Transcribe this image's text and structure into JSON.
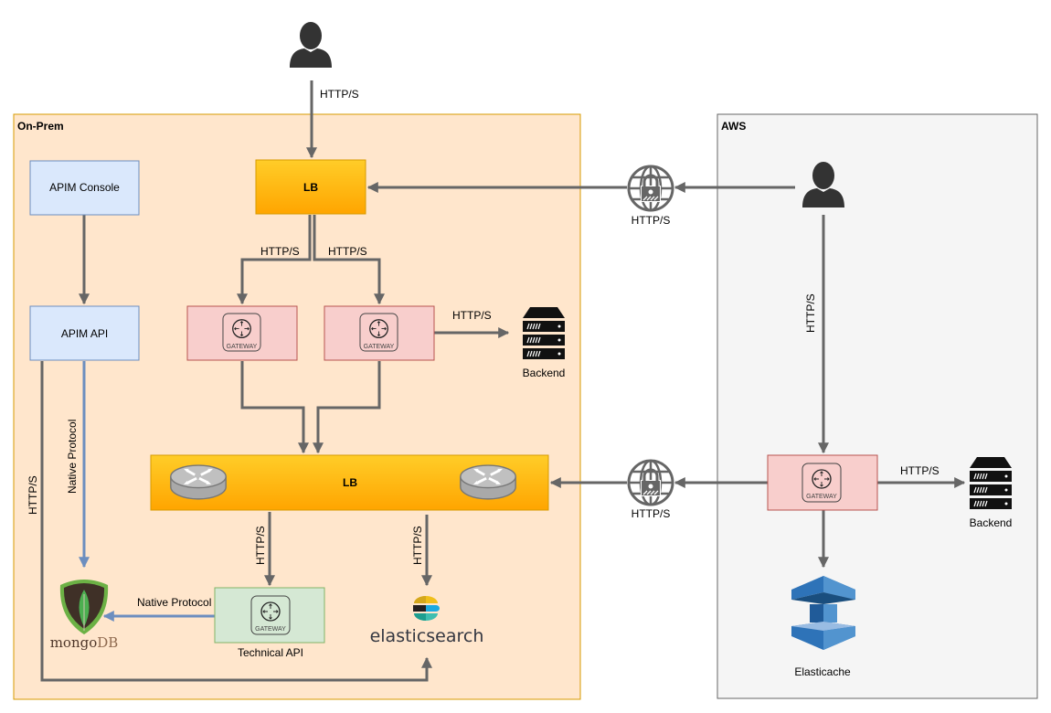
{
  "zones": {
    "onprem": {
      "label": "On-Prem",
      "fill": "#ffe6cc",
      "stroke": "#d79b00"
    },
    "aws": {
      "label": "AWS",
      "fill": "#f5f5f5",
      "stroke": "#666666"
    }
  },
  "nodes": {
    "apim_console": {
      "label": "APIM Console"
    },
    "apim_api": {
      "label": "APIM API"
    },
    "lb_top": {
      "label": "LB"
    },
    "lb_bottom": {
      "label": "LB"
    },
    "gateway_icon_label": "GATEWAY",
    "backend_onprem": {
      "label": "Backend"
    },
    "backend_aws": {
      "label": "Backend"
    },
    "technical_api": {
      "label": "Technical API"
    },
    "mongodb": {
      "label_a": "mongo",
      "label_b": "DB"
    },
    "elasticsearch": {
      "label": "elasticsearch"
    },
    "elasticache": {
      "label": "Elasticache"
    },
    "globe_top": {
      "label": "HTTP/S"
    },
    "globe_bottom": {
      "label": "HTTP/S"
    }
  },
  "edges": {
    "user_to_lb": "HTTP/S",
    "lb_to_gw1": "HTTP/S",
    "lb_to_gw2": "HTTP/S",
    "gw2_to_backend": "HTTP/S",
    "apim_api_to_mongo": "Native Protocol",
    "apim_api_to_es": "HTTP/S",
    "lb_to_techapi": "HTTP/S",
    "lb_to_es": "HTTP/S",
    "techapi_to_mongo": "Native Protocol",
    "aws_user_to_gw": "HTTP/S",
    "aws_gw_to_backend": "HTTP/S"
  },
  "colors": {
    "edge": "#666666",
    "edge_blue": "#6c8ebf",
    "blue_fill": "#dae8fc",
    "blue_stroke": "#6c8ebf",
    "red_fill": "#f8cecc",
    "red_stroke": "#b85450",
    "green_fill": "#d5e8d4",
    "green_stroke": "#82b366",
    "lb_top": "#ffcd28",
    "lb_bottom": "#ffa500",
    "lb_stroke": "#d79b00"
  }
}
